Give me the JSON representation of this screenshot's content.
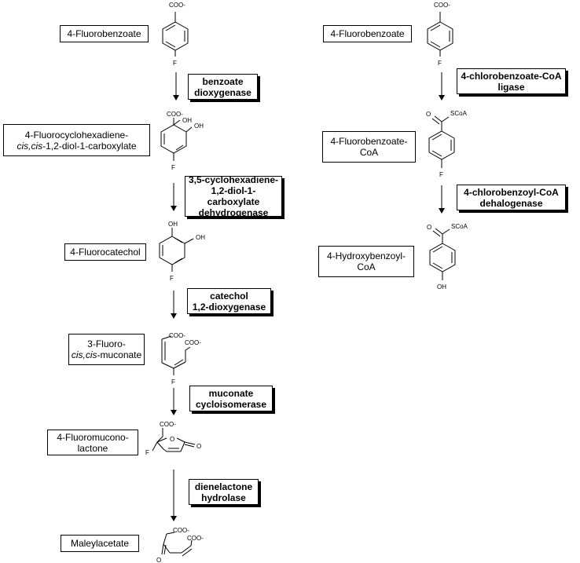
{
  "left_pathway": {
    "compounds": [
      {
        "line1": "4-Fluorobenzoate",
        "line2_italic": "",
        "line2_rest": ""
      },
      {
        "line1": "4-Fluorocyclohexadiene-",
        "line2_italic": "cis,cis",
        "line2_rest": "-1,2-diol-1-carboxylate"
      },
      {
        "line1": "4-Fluorocatechol",
        "line2_italic": "",
        "line2_rest": ""
      },
      {
        "line1": "3-Fluoro-",
        "line2_italic": "cis,cis",
        "line2_rest": "-muconate"
      },
      {
        "line1": "4-Fluoromucono-",
        "line2_italic": "",
        "line2_rest": "lactone"
      },
      {
        "line1": "Maleylacetate",
        "line2_italic": "",
        "line2_rest": ""
      }
    ],
    "enzymes": [
      {
        "lines": [
          "benzoate",
          "dioxygenase"
        ]
      },
      {
        "lines": [
          "3,5-cyclohexadiene-",
          "1,2-diol-1-carboxylate",
          "dehydrogenase"
        ]
      },
      {
        "lines": [
          "catechol",
          "1,2-dioxygenase"
        ]
      },
      {
        "lines": [
          "muconate",
          "cycloisomerase"
        ]
      },
      {
        "lines": [
          "dienelactone",
          "hydrolase"
        ]
      }
    ]
  },
  "right_pathway": {
    "compounds": [
      {
        "line1": "4-Fluorobenzoate",
        "line2": ""
      },
      {
        "line1": "4-Fluorobenzoate-",
        "line2": "CoA"
      },
      {
        "line1": "4-Hydroxybenzoyl-",
        "line2": "CoA"
      }
    ],
    "enzymes": [
      {
        "lines": [
          "4-chlorobenzoate-CoA",
          "ligase"
        ]
      },
      {
        "lines": [
          "4-chlorobenzoyl-CoA",
          "dehalogenase"
        ]
      }
    ]
  },
  "structure_labels": {
    "coo": "COO-",
    "f": "F",
    "oh": "OH",
    "o": "O",
    "scoa": "SCoA"
  }
}
